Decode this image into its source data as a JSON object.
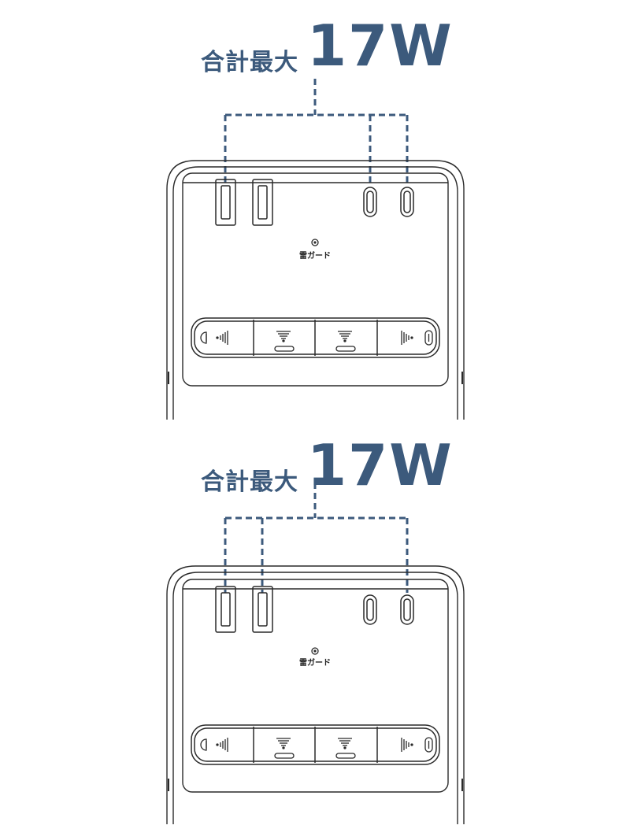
{
  "panels": [
    {
      "heading_prefix": "合計最大",
      "heading_value": "17W",
      "guard_label": "雷ガード",
      "connected_ports": [
        "usb-a-1",
        "usb-c-1",
        "usb-c-2"
      ]
    },
    {
      "heading_prefix": "合計最大",
      "heading_value": "17W",
      "guard_label": "雷ガード",
      "connected_ports": [
        "usb-a-1",
        "usb-a-2",
        "usb-c-2"
      ]
    }
  ],
  "colors": {
    "accent": "#3c5a7c",
    "outline": "#2a2a2a"
  }
}
